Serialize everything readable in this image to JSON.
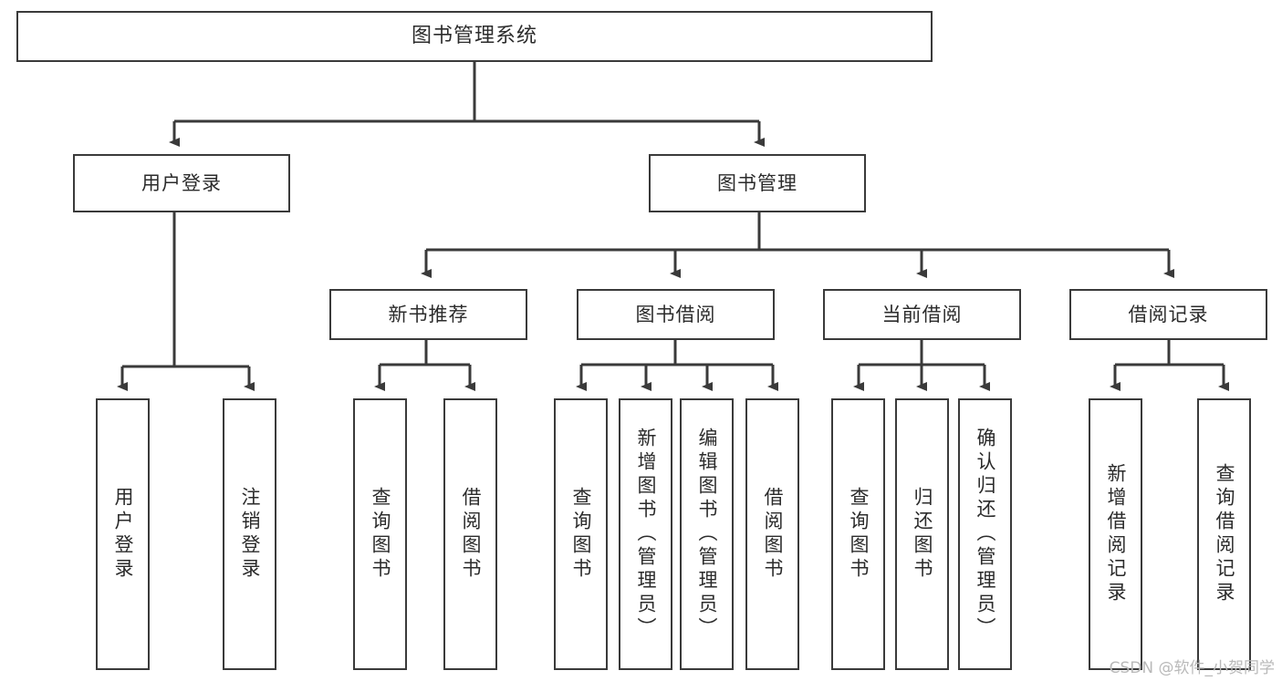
{
  "diagram": {
    "type": "tree-hierarchy",
    "title": "图书管理系统",
    "nodes": {
      "root": {
        "label": "图书管理系统"
      },
      "level2": [
        {
          "label": "用户登录"
        },
        {
          "label": "图书管理"
        }
      ],
      "level3": [
        {
          "label": "新书推荐"
        },
        {
          "label": "图书借阅"
        },
        {
          "label": "当前借阅"
        },
        {
          "label": "借阅记录"
        }
      ],
      "leaves": {
        "user_login": [
          {
            "label": "用户登录"
          },
          {
            "label": "注销登录"
          }
        ],
        "new_book_recommend": [
          {
            "label": "查询图书"
          },
          {
            "label": "借阅图书"
          }
        ],
        "book_borrow": [
          {
            "label": "查询图书"
          },
          {
            "label": "新增图书（管理员）"
          },
          {
            "label": "编辑图书（管理员）"
          },
          {
            "label": "借阅图书"
          }
        ],
        "current_borrow": [
          {
            "label": "查询图书"
          },
          {
            "label": "归还图书"
          },
          {
            "label": "确认归还（管理员）"
          }
        ],
        "borrow_record": [
          {
            "label": "新增借阅记录"
          },
          {
            "label": "查询借阅记录"
          }
        ]
      }
    },
    "colors": {
      "stroke": "#3a3a3a",
      "text": "#2b2b2b",
      "background": "#ffffff",
      "watermark": "#b9b9b9"
    }
  },
  "watermark": {
    "text": "CSDN @软件_小贺同学"
  }
}
